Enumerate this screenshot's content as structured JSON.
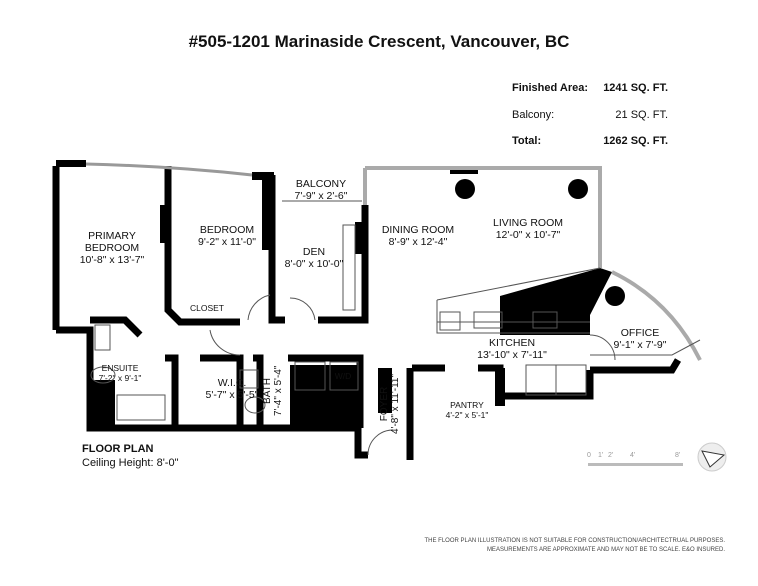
{
  "title": "#505-1201 Marinaside Crescent, Vancouver, BC",
  "areas": [
    {
      "label": "Finished Area:",
      "value": "1241 SQ. FT.",
      "bold": true
    },
    {
      "label": "Balcony:",
      "value": "21 SQ. FT.",
      "bold": false
    },
    {
      "label": "Total:",
      "value": "1262 SQ. FT.",
      "bold": true
    }
  ],
  "rooms": {
    "primary_bedroom": {
      "name1": "PRIMARY",
      "name2": "BEDROOM",
      "dims": "10'-8\" x 13'-7\""
    },
    "bedroom": {
      "name": "BEDROOM",
      "dims": "9'-2\" x 11'-0\""
    },
    "balcony": {
      "name": "BALCONY",
      "dims": "7'-9\" x 2'-6\""
    },
    "den": {
      "name": "DEN",
      "dims": "8'-0\" x 10'-0\""
    },
    "dining": {
      "name": "DINING ROOM",
      "dims": "8'-9\" x 12'-4\""
    },
    "living": {
      "name": "LIVING ROOM",
      "dims": "12'-0\" x 10'-7\""
    },
    "closet": {
      "name": "CLOSET"
    },
    "ensuite": {
      "name": "ENSUITE",
      "dims": "7'-2\" x 9'-1\""
    },
    "wic": {
      "name": "W.I.C.",
      "dims": "5'-7\" x 5'-5\""
    },
    "bath": {
      "name": "BATH",
      "dims": "7'-4\" x 5'-4\""
    },
    "wd": {
      "name": "W/D"
    },
    "foyer": {
      "name": "FOYER",
      "dims": "4'-8\" x 11'-11\""
    },
    "kitchen": {
      "name": "KITCHEN",
      "dims": "13'-10\" x 7'-11\""
    },
    "pantry": {
      "name": "PANTRY",
      "dims": "4'-2\" x 5'-1\""
    },
    "office": {
      "name": "OFFICE",
      "dims": "9'-1\" x 7'-9\""
    }
  },
  "floor_plan_label": "FLOOR PLAN",
  "ceiling_height": "Ceiling Height: 8'-0\"",
  "scale_labels": [
    "0",
    "1'",
    "2'",
    "4'",
    "8'"
  ],
  "disclaimer": [
    "THE FLOOR PLAN ILLUSTRATION IS NOT SUITABLE FOR CONSTRUCTION/ARCHITECTRUAL PURPOSES.",
    "MEASUREMENTS ARE APPROXIMATE AND MAY NOT BE TO SCALE. E&O INSURED."
  ],
  "compass_icon": "north-arrow-icon"
}
